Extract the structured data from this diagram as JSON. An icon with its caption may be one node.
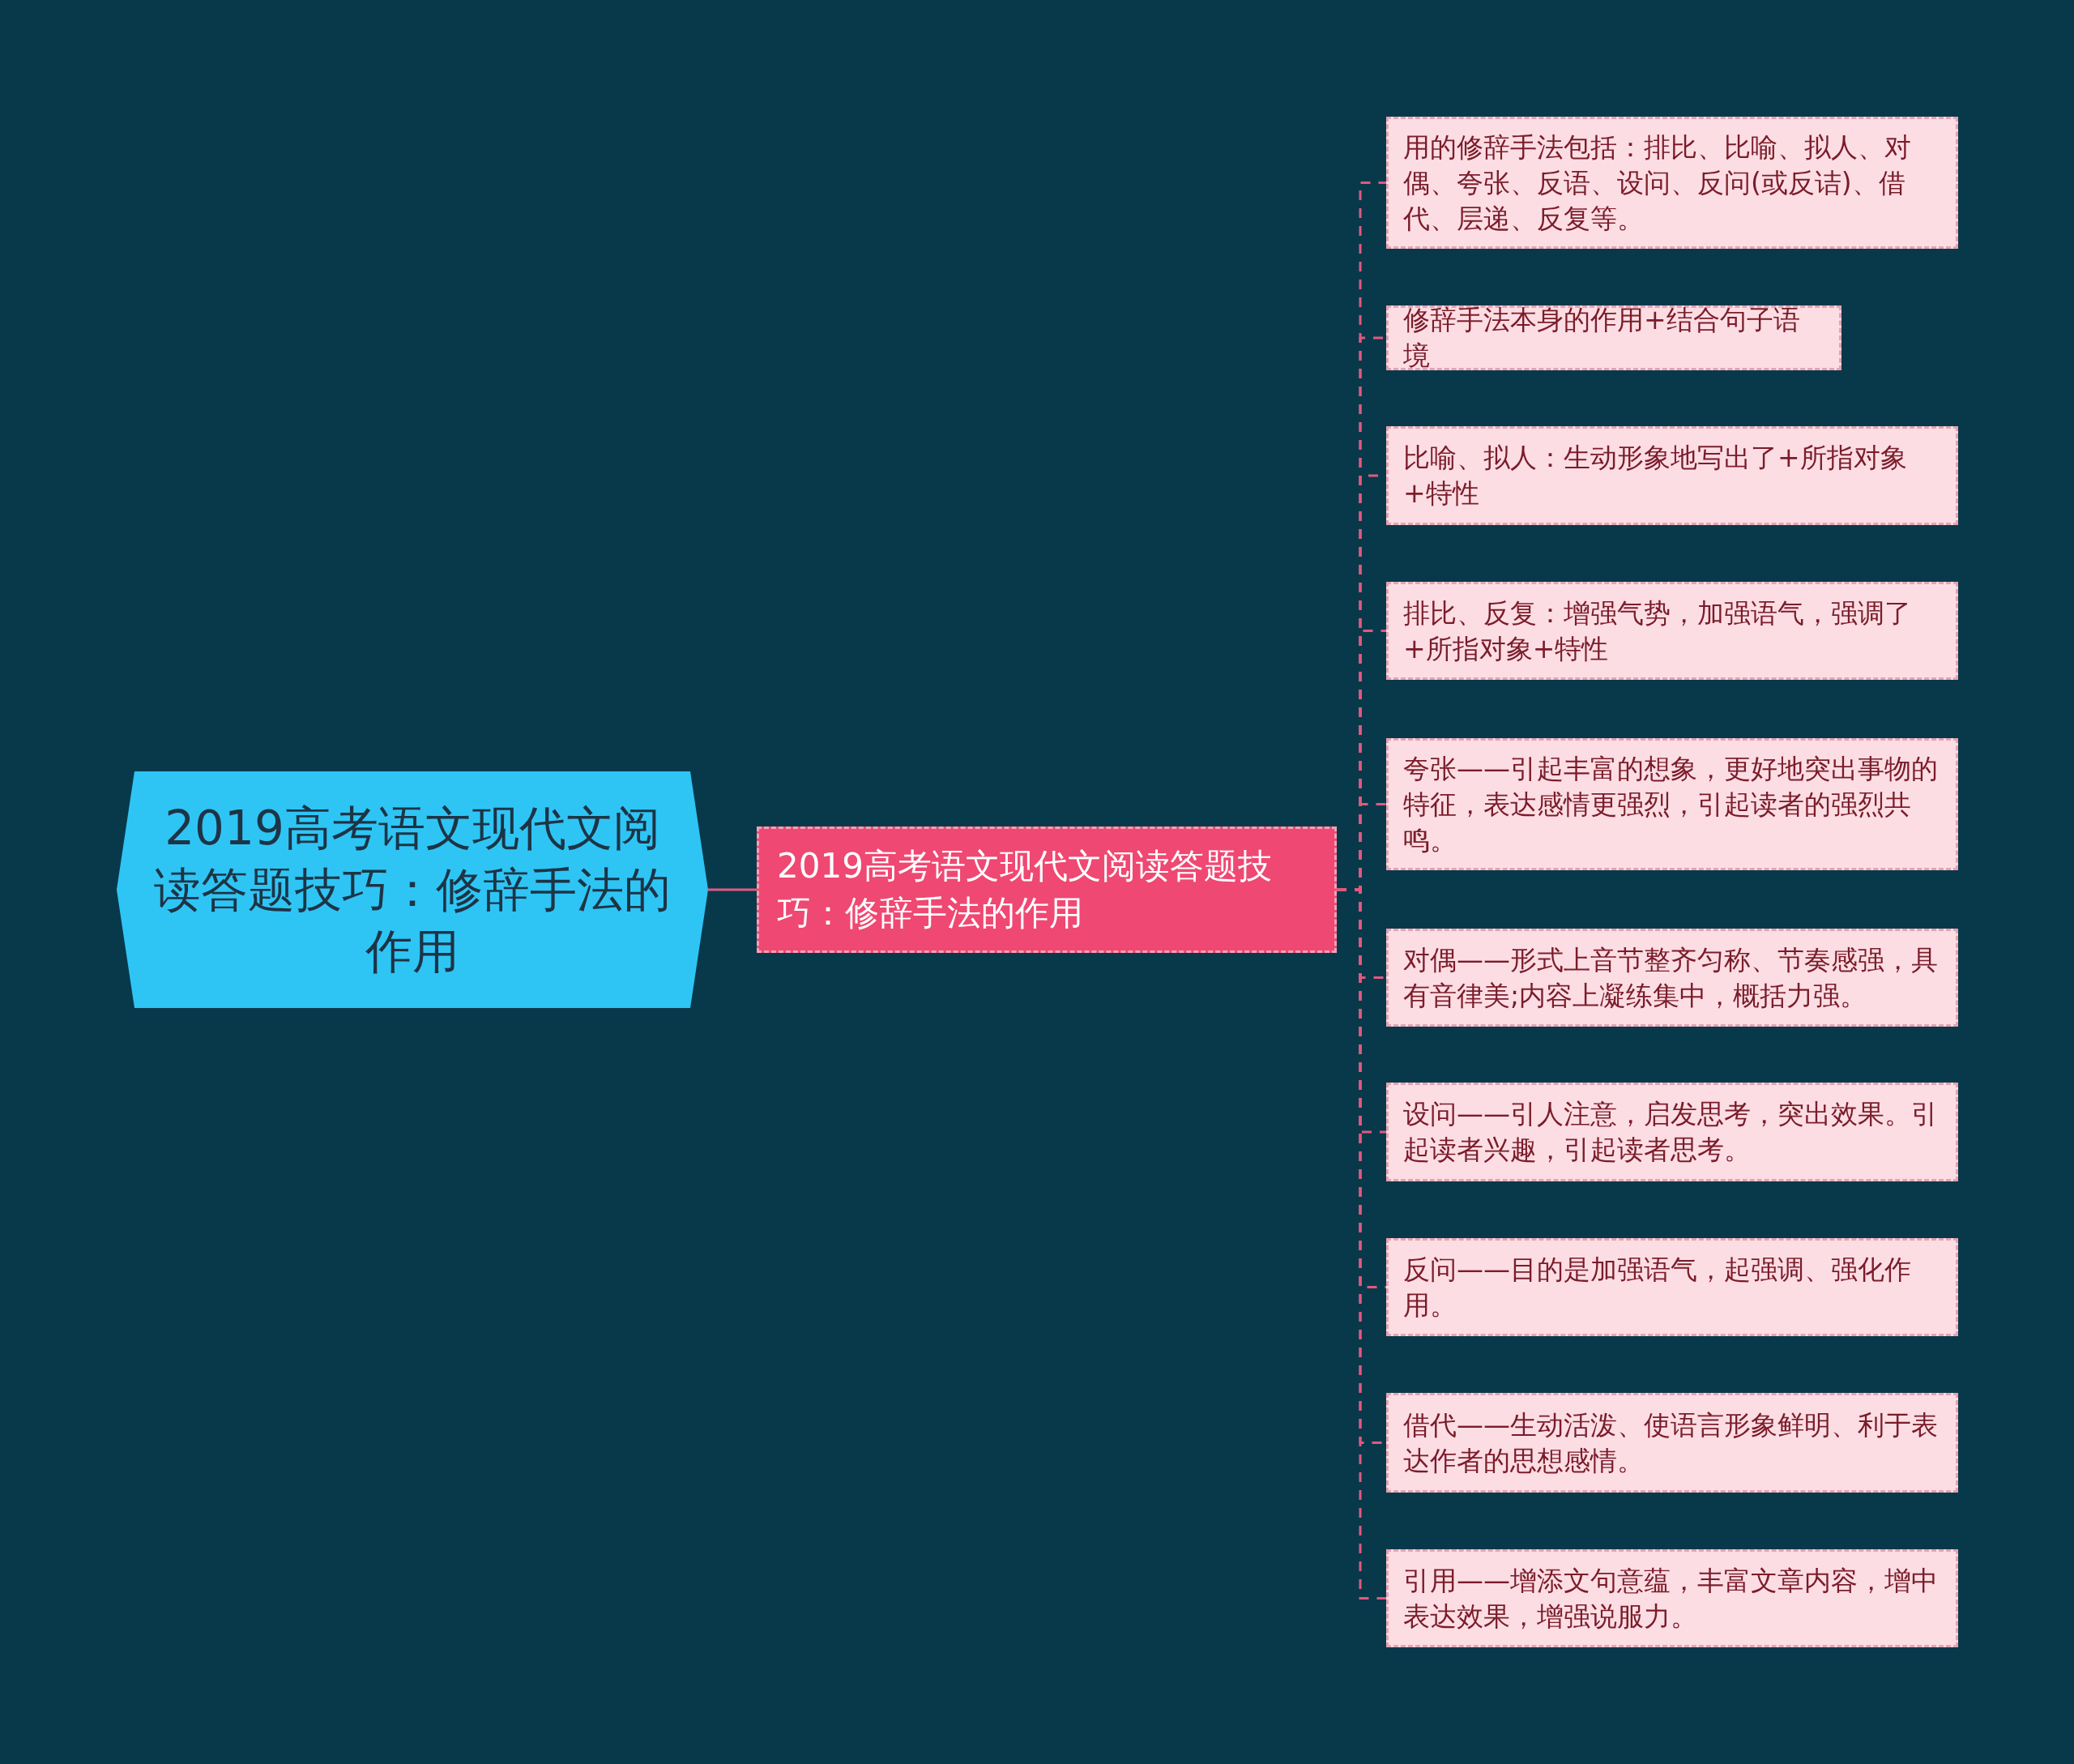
{
  "diagram": {
    "nodes": [
      {
        "text": [
          "2019高考语文现代文阅读答题技巧：修辞手法的作用"
        ]
      },
      {
        "text": [
          "2019高考语文现代文阅读答题技巧：修辞手法的作用"
        ]
      },
      {
        "text": [
          "用的修辞手法包括：排比、比喻、拟人、对偶、夸张、反语、设问、反问(或反诘)、借代、层递、反复等。"
        ]
      },
      {
        "text": [
          "修辞手法本身的作用+结合句子语境"
        ]
      },
      {
        "text": [
          "比喻、拟人：生动形象地写出了+所指对象+特性"
        ]
      },
      {
        "text": [
          "排比、反复：增强气势，加强语气，强调了+所指对象+特性"
        ]
      },
      {
        "text": [
          "夸张——引起丰富的想象，更好地突出事物的特征，表达感情更强烈，引起读者的强烈共鸣。"
        ]
      },
      {
        "text": [
          "对偶——形式上音节整齐匀称、节奏感强，具有音律美;内容上凝练集中，概括力强。"
        ]
      },
      {
        "text": [
          "设问——引人注意，启发思考，突出效果。引起读者兴趣，引起读者思考。"
        ]
      },
      {
        "text": [
          "反问——目的是加强语气，起强调、强化作用。"
        ]
      },
      {
        "text": [
          "借代——生动活泼、使语言形象鲜明、利于表达作者的思想感情。"
        ]
      },
      {
        "text": [
          "引用——增添文句意蕴，丰富文章内容，增中表达效果，增强说服力。"
        ]
      }
    ],
    "edges": [
      {
        "from": 0,
        "to": 1,
        "arrow": "none"
      },
      {
        "from": 1,
        "to": 2,
        "arrow": "none",
        "style": "dashed"
      },
      {
        "from": 1,
        "to": 3,
        "arrow": "none",
        "style": "dashed"
      },
      {
        "from": 1,
        "to": 4,
        "arrow": "none",
        "style": "dashed"
      },
      {
        "from": 1,
        "to": 5,
        "arrow": "none",
        "style": "dashed"
      },
      {
        "from": 1,
        "to": 6,
        "arrow": "none",
        "style": "dashed"
      },
      {
        "from": 1,
        "to": 7,
        "arrow": "none",
        "style": "dashed"
      },
      {
        "from": 1,
        "to": 8,
        "arrow": "none",
        "style": "dashed"
      },
      {
        "from": 1,
        "to": 9,
        "arrow": "none",
        "style": "dashed"
      },
      {
        "from": 1,
        "to": 10,
        "arrow": "none",
        "style": "dashed"
      },
      {
        "from": 1,
        "to": 11,
        "arrow": "none",
        "style": "dashed"
      }
    ]
  }
}
